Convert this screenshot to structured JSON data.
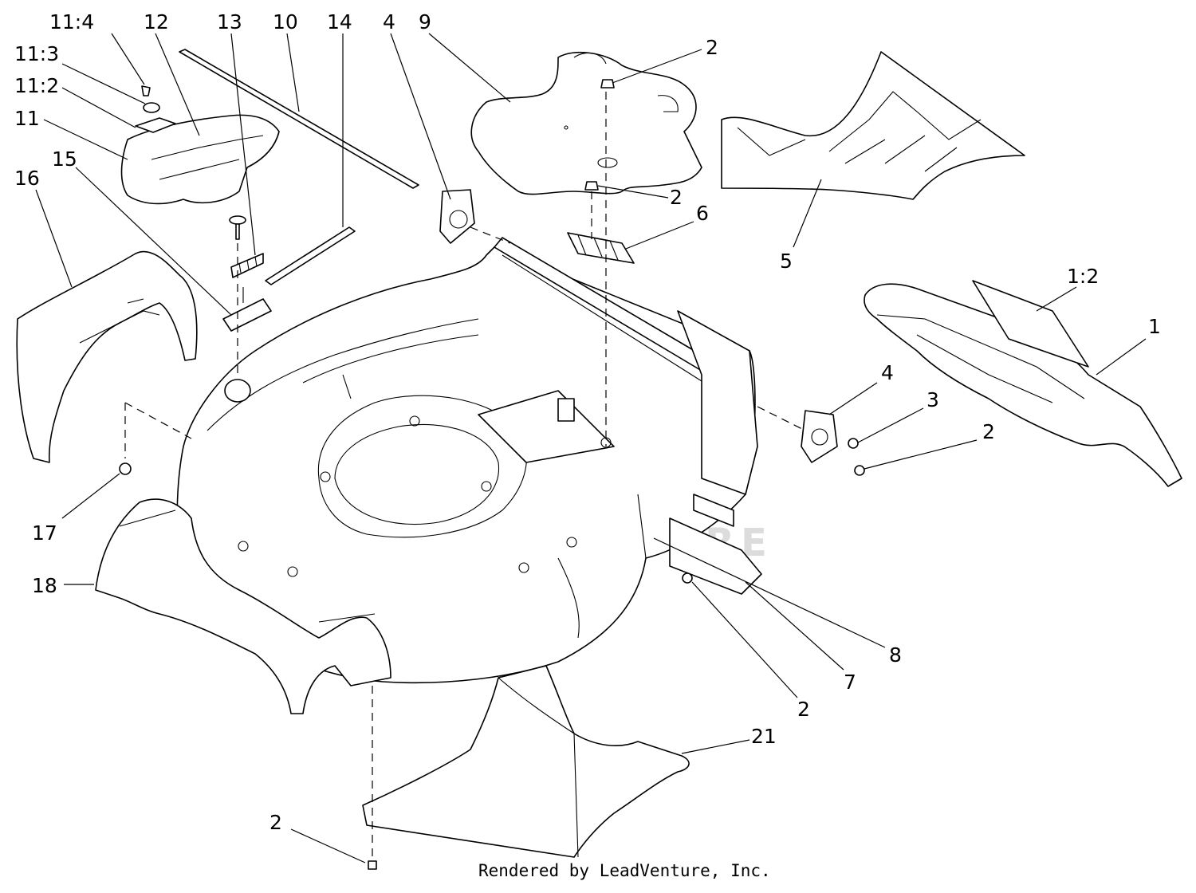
{
  "diagram": {
    "watermark": "LEADVENTURE",
    "credit": "Rendered by LeadVenture, Inc.",
    "callouts": [
      {
        "id": "c-11-4",
        "text": "11:4"
      },
      {
        "id": "c-12",
        "text": "12"
      },
      {
        "id": "c-13",
        "text": "13"
      },
      {
        "id": "c-10",
        "text": "10"
      },
      {
        "id": "c-14",
        "text": "14"
      },
      {
        "id": "c-4-top",
        "text": "4"
      },
      {
        "id": "c-9",
        "text": "9"
      },
      {
        "id": "c-2-a",
        "text": "2"
      },
      {
        "id": "c-11-3",
        "text": "11:3"
      },
      {
        "id": "c-11-2",
        "text": "11:2"
      },
      {
        "id": "c-11",
        "text": "11"
      },
      {
        "id": "c-15",
        "text": "15"
      },
      {
        "id": "c-16",
        "text": "16"
      },
      {
        "id": "c-2-b",
        "text": "2"
      },
      {
        "id": "c-6",
        "text": "6"
      },
      {
        "id": "c-5",
        "text": "5"
      },
      {
        "id": "c-1-2",
        "text": "1:2"
      },
      {
        "id": "c-1",
        "text": "1"
      },
      {
        "id": "c-4-right",
        "text": "4"
      },
      {
        "id": "c-3",
        "text": "3"
      },
      {
        "id": "c-2-c",
        "text": "2"
      },
      {
        "id": "c-17",
        "text": "17"
      },
      {
        "id": "c-18",
        "text": "18"
      },
      {
        "id": "c-8",
        "text": "8"
      },
      {
        "id": "c-7",
        "text": "7"
      },
      {
        "id": "c-2-d",
        "text": "2"
      },
      {
        "id": "c-21",
        "text": "21"
      },
      {
        "id": "c-2-e",
        "text": "2"
      }
    ]
  }
}
